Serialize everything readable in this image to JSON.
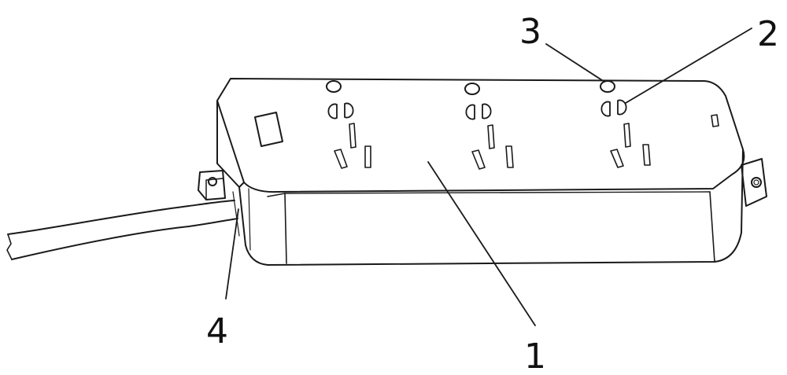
{
  "figure": {
    "colors": {
      "line": "#1a1a1a",
      "background": "#ffffff"
    },
    "labels": [
      {
        "id": "label-1",
        "text": "1"
      },
      {
        "id": "label-2",
        "text": "2"
      },
      {
        "id": "label-3",
        "text": "3"
      },
      {
        "id": "label-4",
        "text": "4"
      }
    ]
  }
}
